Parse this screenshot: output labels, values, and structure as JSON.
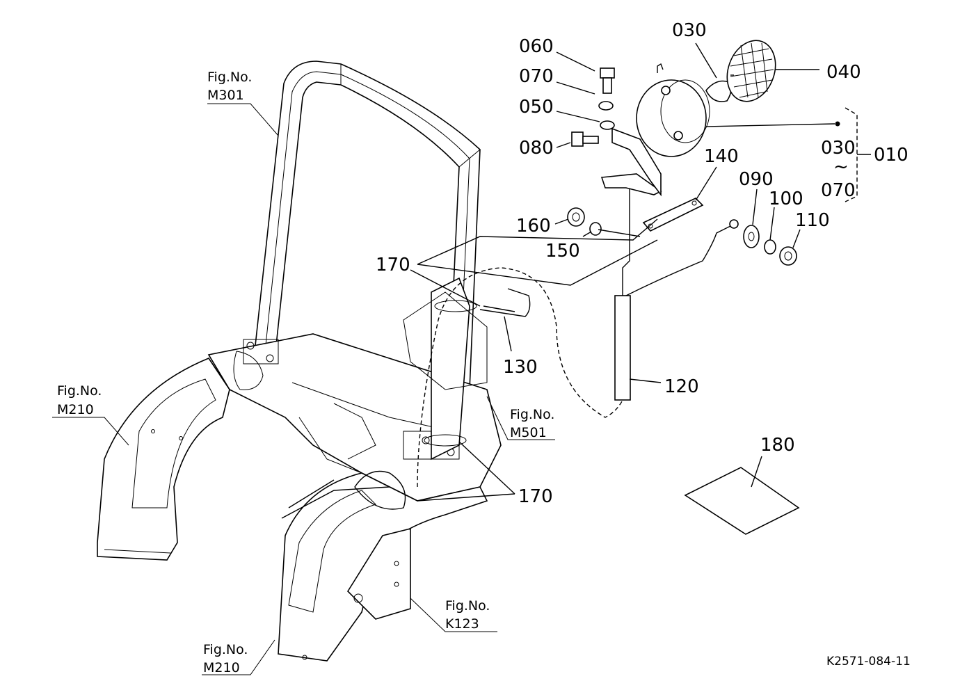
{
  "part_numbers": {
    "p060": "060",
    "p070": "070",
    "p050": "050",
    "p080": "080",
    "p030": "030",
    "p040": "040",
    "p010": "010",
    "range_from": "030",
    "range_sep": "~",
    "range_to": "070",
    "p140": "140",
    "p090": "090",
    "p100": "100",
    "p110": "110",
    "p160": "160",
    "p150": "150",
    "p170_upper": "170",
    "p130": "130",
    "p120": "120",
    "p180": "180",
    "p170_lower": "170"
  },
  "figure_refs": {
    "m301": {
      "label": "Fig.No.",
      "code": "M301"
    },
    "m210_left": {
      "label": "Fig.No.",
      "code": "M210"
    },
    "m501": {
      "label": "Fig.No.",
      "code": "M501"
    },
    "k123": {
      "label": "Fig.No.",
      "code": "K123"
    },
    "m210_bottom": {
      "label": "Fig.No.",
      "code": "M210"
    }
  },
  "drawing_code": "K2571-084-11"
}
